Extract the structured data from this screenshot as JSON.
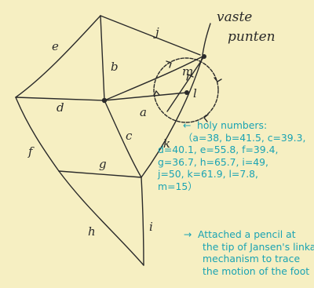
{
  "diagram": {
    "labels": {
      "a": "a",
      "b": "b",
      "c": "c",
      "d": "d",
      "e": "e",
      "f": "f",
      "g": "g",
      "h": "h",
      "i": "i",
      "j": "j",
      "k": "k",
      "l": "l",
      "m": "m"
    },
    "handwritten_note": [
      "vaste",
      "punten"
    ]
  },
  "annotations": {
    "holy_numbers": {
      "arrow": "←",
      "lines": [
        "holy numbers:",
        "（a=38, b=41.5, c=39.3,",
        "d=40.1, e=55.8, f=39.4,",
        "g=36.7, h=65.7, i=49,",
        "j=50, k=61.9, l=7.8,",
        "m=15）"
      ]
    },
    "pencil": {
      "arrow": "→",
      "lines": [
        "Attached a pencil at",
        "the tip of Jansen's linkage",
        "mechanism to trace",
        "the motion of the foot"
      ]
    }
  },
  "colors": {
    "paper": "#f6efc2",
    "ink": "#2a2a2a",
    "annotation": "#1aa3b3"
  }
}
